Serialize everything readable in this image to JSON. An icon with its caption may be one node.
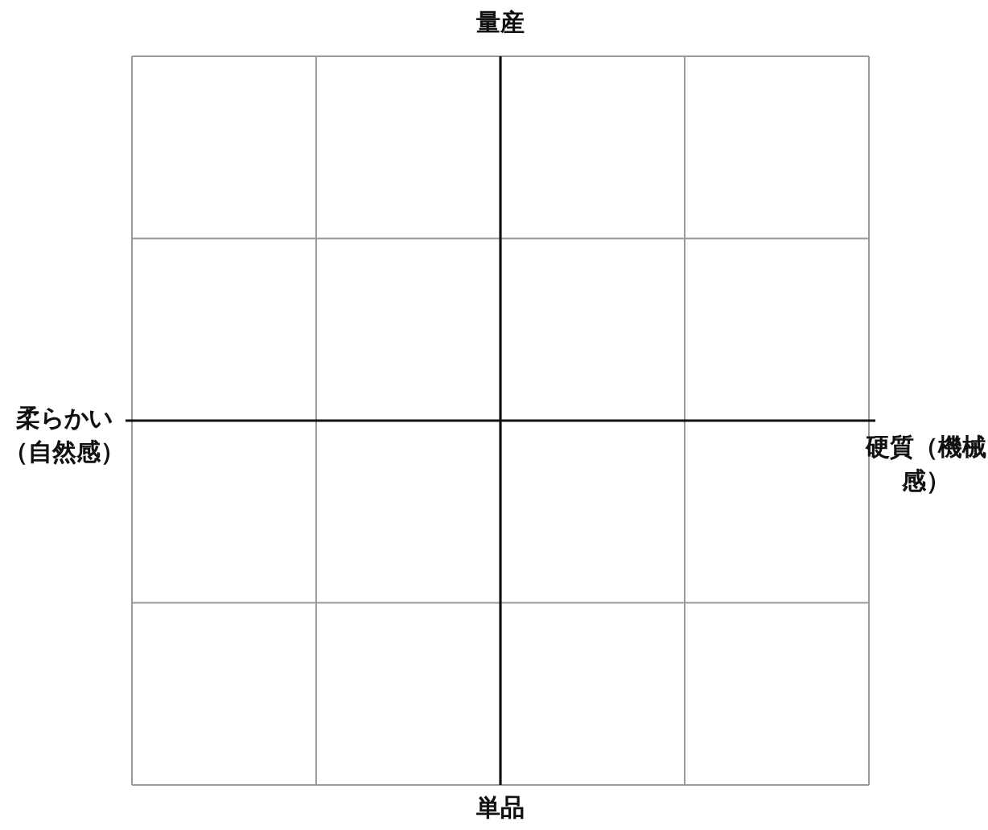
{
  "diagram": {
    "labels": [
      "量産",
      "柔らかい（自然感）",
      "硬質（機械感）",
      "単品"
    ]
  }
}
